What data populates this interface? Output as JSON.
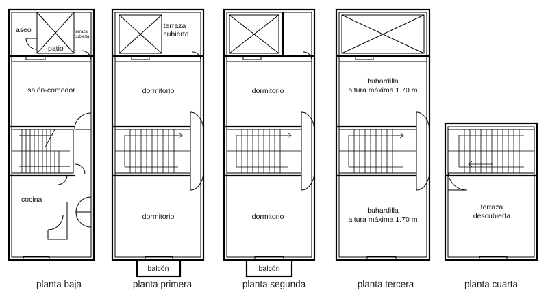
{
  "floors": [
    {
      "caption": "planta baja",
      "rooms": {
        "aseo": "aseo",
        "patio": "patio",
        "terraza_1": "terraza",
        "terraza_2": "cubierta",
        "main": "salón-comedor",
        "lower": "cocina"
      }
    },
    {
      "caption": "planta primera",
      "rooms": {
        "terraza_1": "terraza",
        "terraza_2": "cubierta",
        "upper": "dormitorio",
        "lower": "dormitorio",
        "balcony": "balcón"
      }
    },
    {
      "caption": "planta segunda",
      "rooms": {
        "upper": "dormitorio",
        "lower": "dormitorio",
        "balcony": "balcón"
      }
    },
    {
      "caption": "planta tercera",
      "rooms": {
        "upper_1": "buhardilla",
        "upper_2": "altura máxima 1.70 m",
        "lower_1": "buhardilla",
        "lower_2": "altura máxima 1.70 m"
      }
    },
    {
      "caption": "planta cuarta",
      "rooms": {
        "lower_1": "terraza",
        "lower_2": "descubierta"
      }
    }
  ]
}
